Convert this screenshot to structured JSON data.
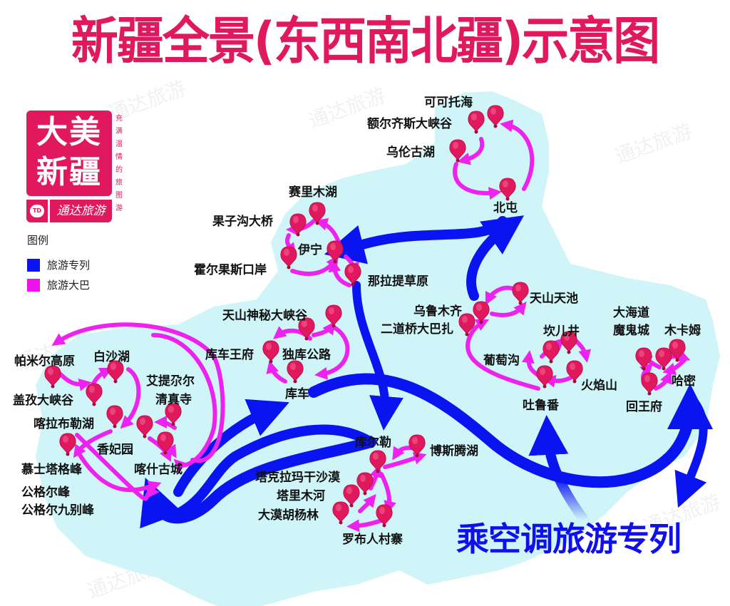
{
  "title": "新疆全景(东西南北疆)示意图",
  "logo": {
    "line1": "大美",
    "line2": "新疆",
    "brand": "通达旅游",
    "slogan": "充满温情的旅图游"
  },
  "legend": {
    "title": "图例",
    "items": [
      {
        "label": "旅游专列",
        "color": "#0a14f0"
      },
      {
        "label": "旅游大巴",
        "color": "#ee11ee"
      }
    ]
  },
  "colors": {
    "title": "#e0195e",
    "map_fill": "#cff5f8",
    "train_route": "#0a14f0",
    "bus_route": "#ee22ee",
    "pin": "#e0195e"
  },
  "places": {
    "keketuohai": "可可托海",
    "eerqisi": "额尔齐斯大峡谷",
    "wulungu": "乌伦古湖",
    "beitun": "北屯",
    "sailimu": "赛里木湖",
    "guozigou": "果子沟大桥",
    "yining": "伊宁",
    "huoerguosi": "霍尔果斯口岸",
    "nalati": "那拉提草原",
    "wulumuqi": "乌鲁木齐",
    "erdaoqiao": "二道桥大巴扎",
    "tianchi": "天山天池",
    "tianshanshenmi": "天山神秘大峡谷",
    "kuchewangfu": "库车王府",
    "duku": "独库公路",
    "kuche": "库车",
    "pamier": "帕米尔高原",
    "baishahu": "白沙湖",
    "gaizi": "盖孜大峡谷",
    "aitigaer_1": "艾提尕尔",
    "aitigaer_2": "清真寺",
    "kalabule": "喀拉布勒湖",
    "xiangfei": "香妃园",
    "mushitage": "慕士塔格峰",
    "kashi": "喀什古城",
    "gongger": "公格尔峰",
    "gonggerjiu": "公格尔九别峰",
    "kuerle": "库尔勒",
    "bosideng": "博斯腾湖",
    "takelamagan": "塔克拉玛干沙漠",
    "talimu": "塔里木河",
    "damohuyang": "大漠胡杨林",
    "luobu": "罗布人村寨",
    "putaogou": "葡萄沟",
    "kanerjing": "坎儿井",
    "huoyanshan": "火焰山",
    "tulufan": "吐鲁番",
    "dahaidao_1": "大海道",
    "dahaidao_2": "魔鬼城",
    "mukamu": "木卡姆",
    "hami": "哈密",
    "huiwangfu": "回王府"
  },
  "banner": "乘空调旅游专列",
  "watermark": "通达旅游"
}
